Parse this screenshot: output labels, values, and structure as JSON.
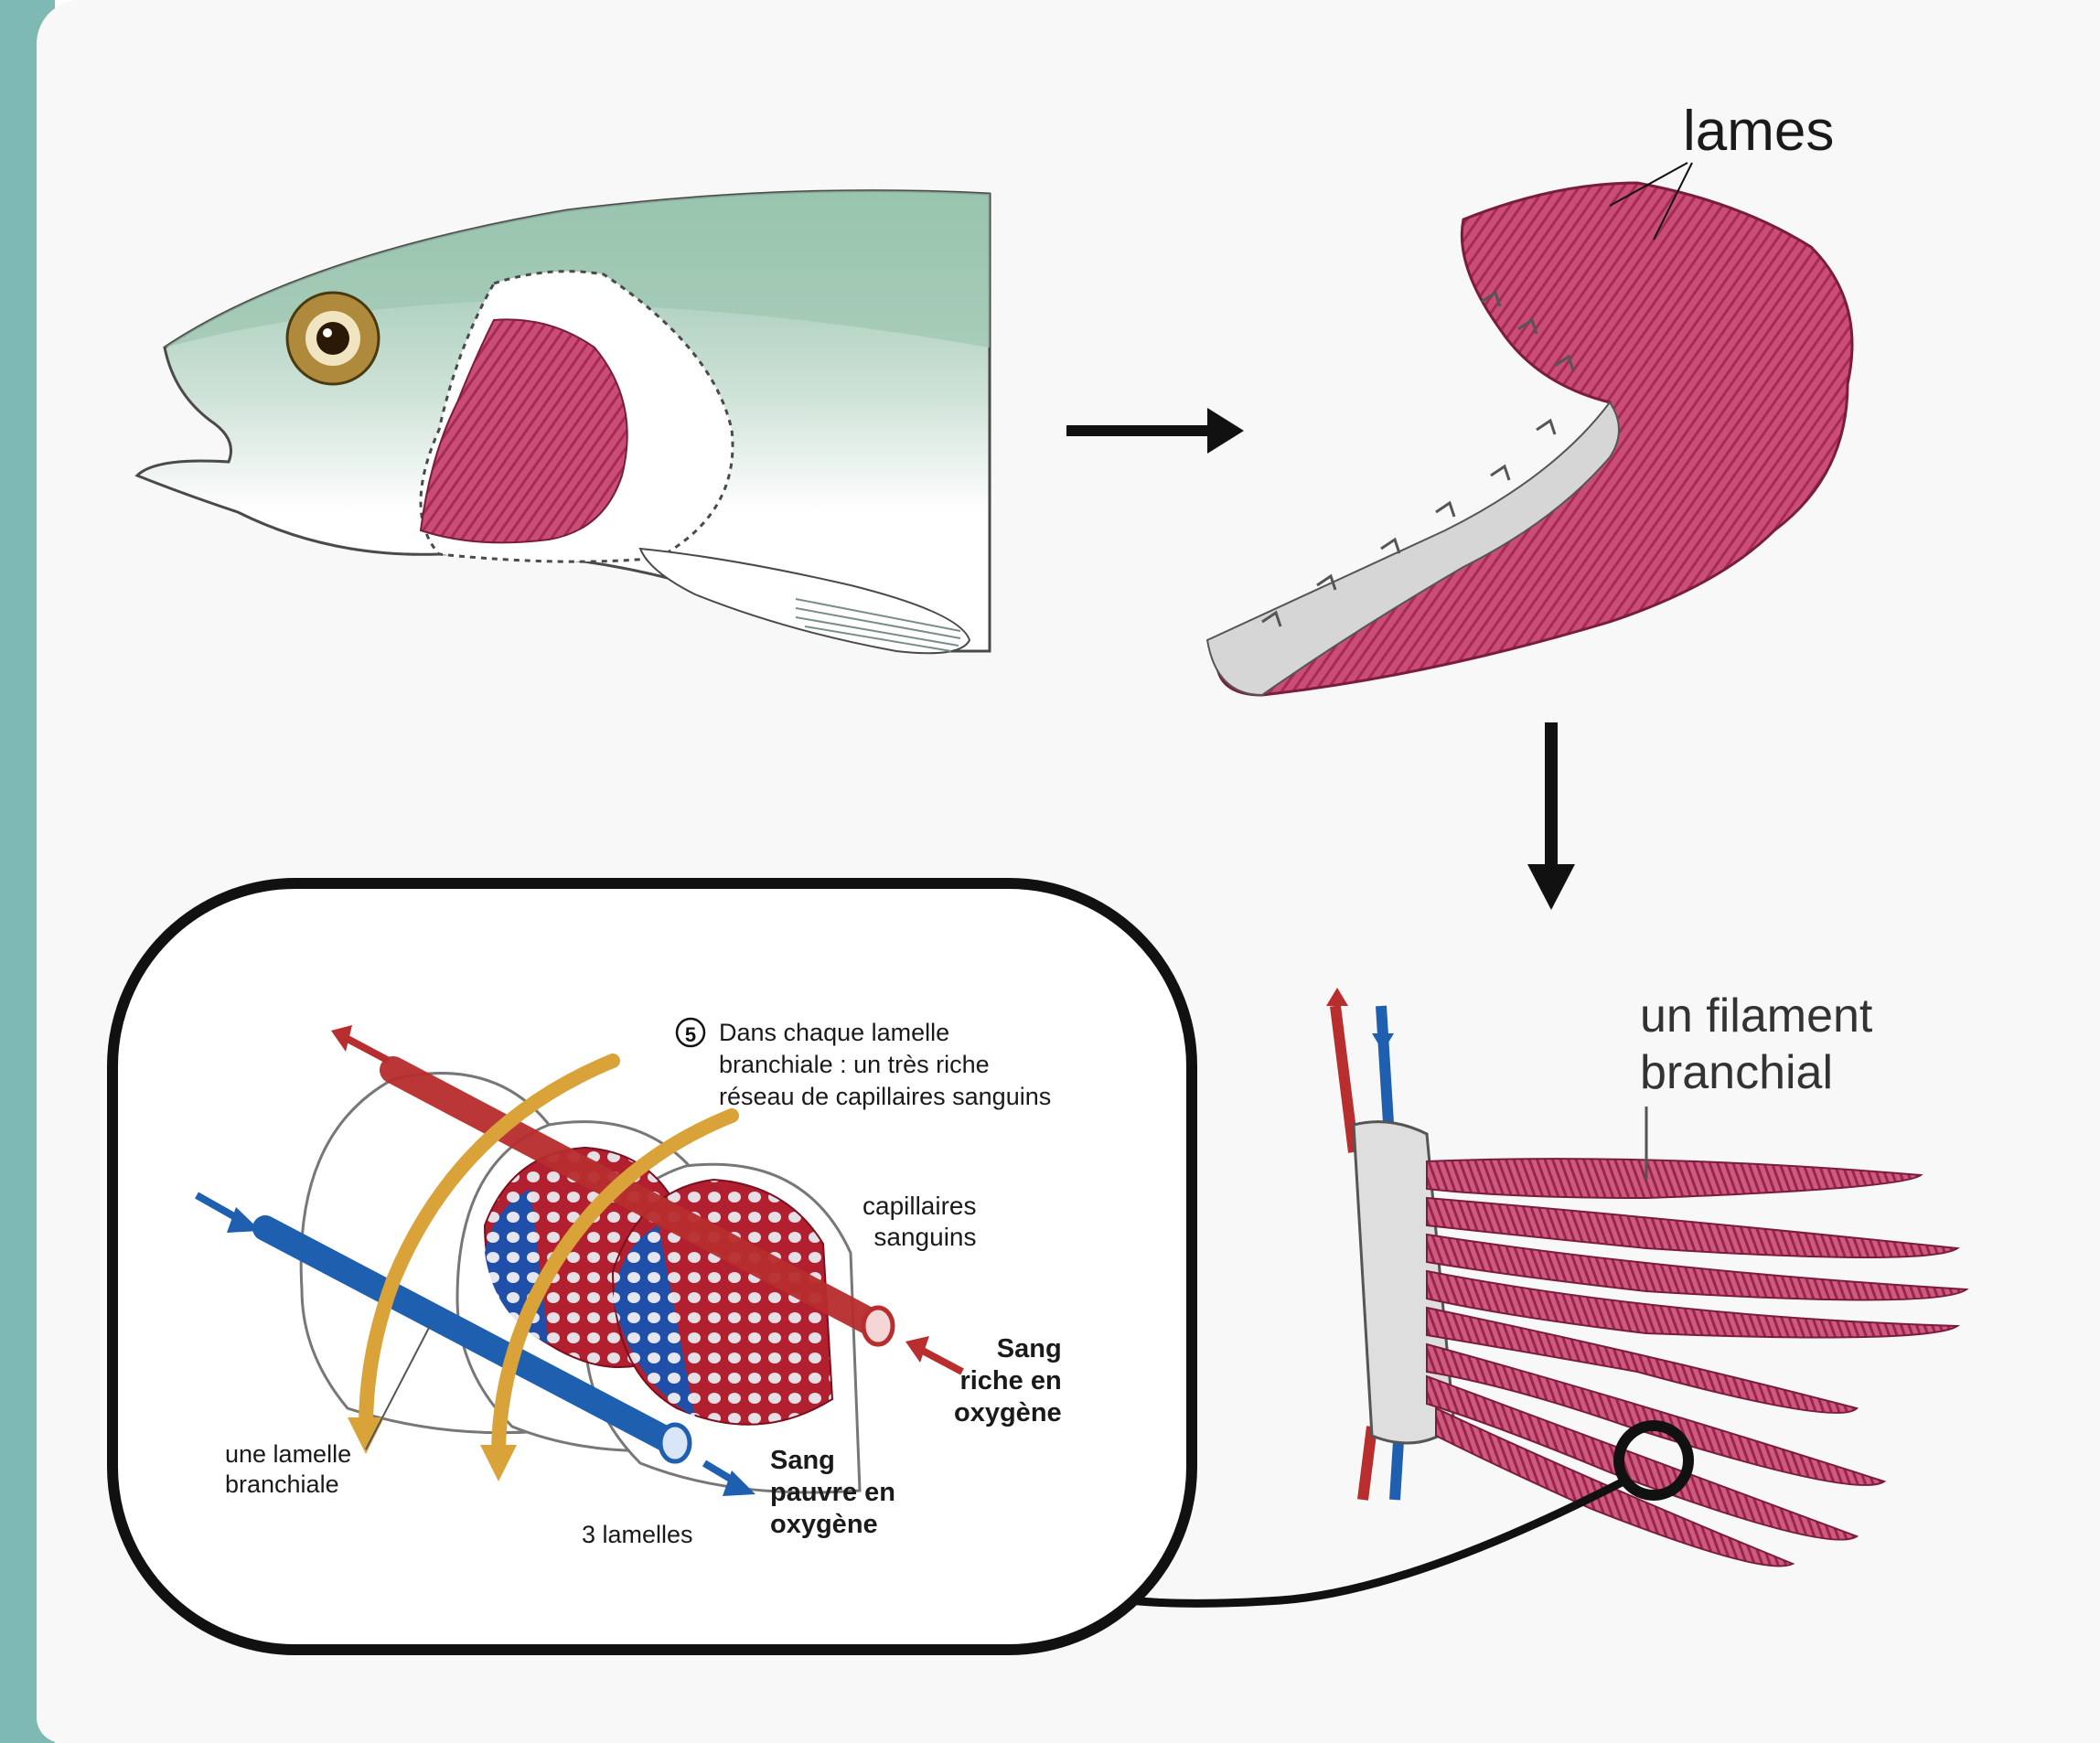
{
  "labels": {
    "lames": "lames",
    "filament": "un filament\nbranchial",
    "step_number": "5",
    "step5_text": "Dans chaque lamelle\nbranchiale : un très riche\nréseau de capillaires sanguins",
    "capillaires": "capillaires\nsanguins",
    "sang_riche": "Sang\nriche en\noxygène",
    "sang_pauvre": "Sang\npauvre en\noxygène",
    "lamelle": "une lamelle\nbranchiale",
    "trois_lamelles": "3 lamelles"
  },
  "colors": {
    "gill_pink": "#c4466f",
    "gill_dark": "#8f1f45",
    "fish_green": "#9fc9b3",
    "arrow": "#111111",
    "blood_red": "#b82d2d",
    "blood_blue": "#1f5fb0",
    "water_flow": "#d9a33a",
    "teal_side": "#7fb9b3"
  }
}
